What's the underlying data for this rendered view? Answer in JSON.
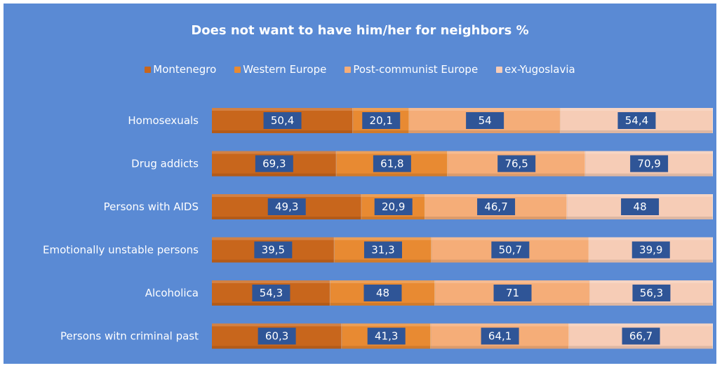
{
  "chart_data": {
    "type": "bar",
    "orientation": "horizontal",
    "stacked": "100%",
    "title": "Does not want to have him/her for neighbors %",
    "legend_position": "top",
    "categories": [
      "Homosexuals",
      "Drug addicts",
      "Persons with AIDS",
      "Emotionally unstable persons",
      "Alcoholica",
      "Persons witn criminal past"
    ],
    "value_labels": [
      [
        "50,4",
        "20,1",
        "54",
        "54,4"
      ],
      [
        "69,3",
        "61,8",
        "76,5",
        "70,9"
      ],
      [
        "49,3",
        "20,9",
        "46,7",
        "48"
      ],
      [
        "39,5",
        "31,3",
        "50,7",
        "39,9"
      ],
      [
        "54,3",
        "48",
        "71",
        "56,3"
      ],
      [
        "60,3",
        "41,3",
        "64,1",
        "66,7"
      ]
    ],
    "series": [
      {
        "name": "Montenegro",
        "color": "#c8661c",
        "values": [
          50.4,
          69.3,
          49.3,
          39.5,
          54.3,
          60.3
        ]
      },
      {
        "name": "Western Europe",
        "color": "#e88a32",
        "values": [
          20.1,
          61.8,
          20.9,
          31.3,
          48,
          41.3
        ]
      },
      {
        "name": "Post-communist Europe",
        "color": "#f5ad78",
        "values": [
          54,
          76.5,
          46.7,
          50.7,
          71,
          64.1
        ]
      },
      {
        "name": "ex-Yugoslavia",
        "color": "#f6ccb6",
        "values": [
          54.4,
          70.9,
          48,
          39.9,
          56.3,
          66.7
        ]
      }
    ],
    "label_box_color": "#2f5597",
    "grid": false
  }
}
